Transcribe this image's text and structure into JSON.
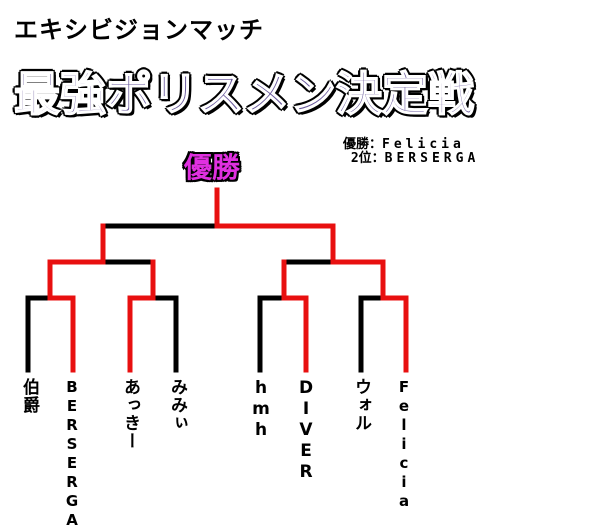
{
  "header": {
    "subtitle": "エキシビジョンマッチ",
    "title": "最強ポリスメン決定戦"
  },
  "results": {
    "winner_label": "優勝：",
    "winner": "Felicia",
    "runner_up_label": " 2位：",
    "runner_up": "BERSERGA"
  },
  "bracket": {
    "champion_label": "優勝",
    "players": [
      "伯爵",
      "BERSERGA",
      "あっきー",
      "みみぃ",
      "hmh",
      "DIVER",
      "ウォル",
      "Felicia"
    ],
    "colors": {
      "win": "#e81010",
      "lose": "#000000",
      "champion": "#e030e0"
    }
  }
}
